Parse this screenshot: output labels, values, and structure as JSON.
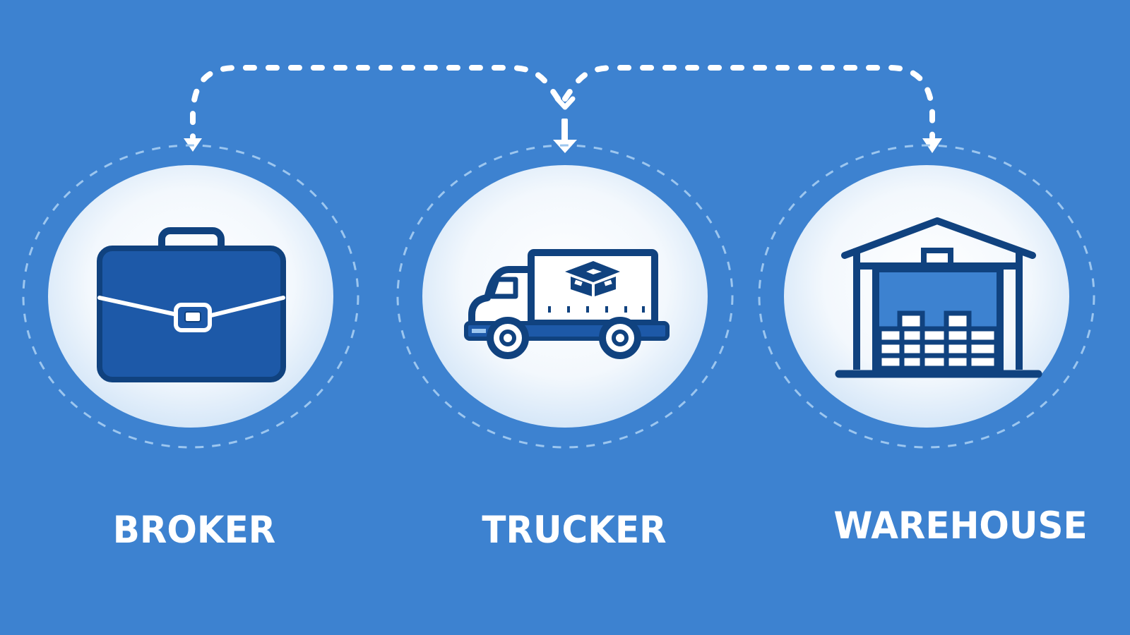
{
  "colors": {
    "background": "#3d82d0",
    "circle_fill": "#ffffff",
    "circle_fill_edge": "#dbe9f7",
    "icon_dark": "#10427f",
    "icon_mid": "#1d59a8",
    "icon_light_blue": "#3d82d0",
    "dashed_ring": "#9cc6ef",
    "connector": "#ffffff",
    "label": "#ffffff"
  },
  "nodes": [
    {
      "id": "broker",
      "label": "BROKER",
      "icon": "briefcase-icon"
    },
    {
      "id": "trucker",
      "label": "TRUCKER",
      "icon": "delivery-truck-icon"
    },
    {
      "id": "warehouse",
      "label": "WAREHOUSE",
      "icon": "warehouse-icon"
    }
  ],
  "connector": {
    "style": "dashed",
    "description": "Dashed arrows branching from a hub point above Trucker to Broker, Trucker and Warehouse"
  }
}
